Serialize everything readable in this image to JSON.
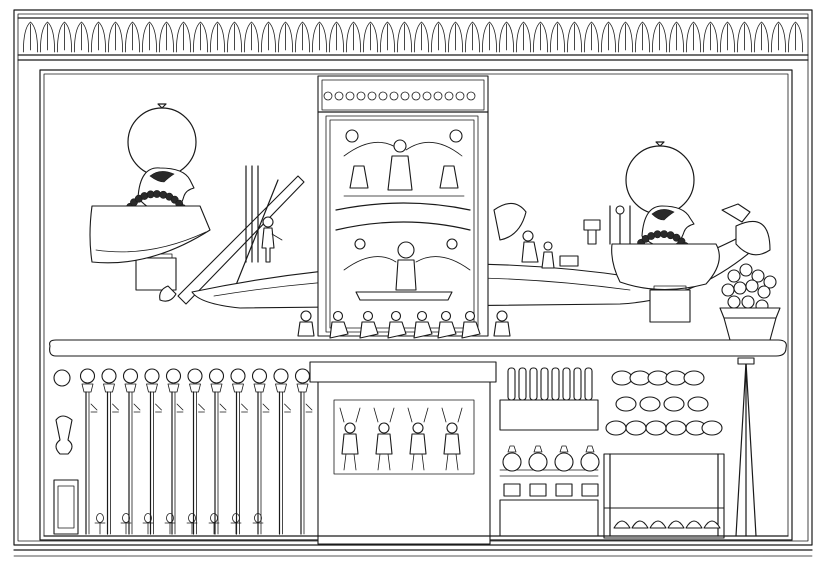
{
  "drawing": {
    "line_color": "#1a1a1a",
    "paper_color": "#ffffff",
    "frieze_count": 46,
    "staff_count": 11,
    "bearer_count": 4
  }
}
